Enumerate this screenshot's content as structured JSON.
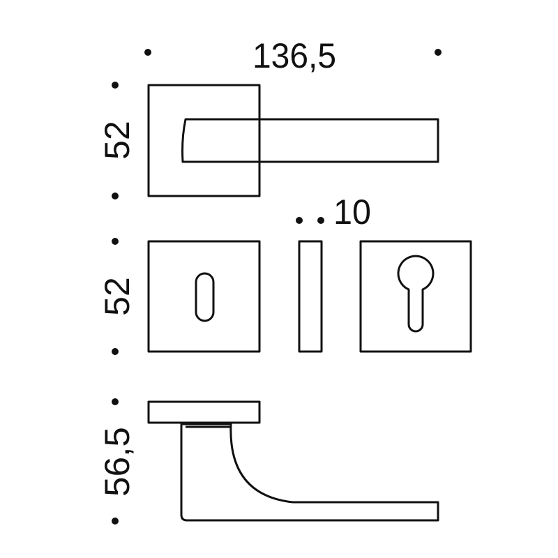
{
  "dimensions": {
    "width": "136,5",
    "rose_height": "52",
    "escutcheon_height": "52",
    "escutcheon_thickness": "10",
    "projection": "56,5"
  },
  "colors": {
    "line": "#111111",
    "background": "#ffffff"
  }
}
